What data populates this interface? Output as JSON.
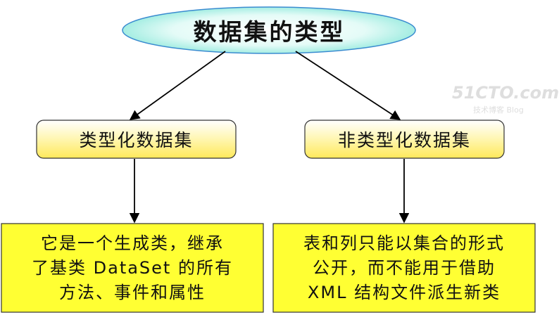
{
  "diagram": {
    "root": {
      "label": "数据集的类型"
    },
    "branches": [
      {
        "label": "类型化数据集",
        "description_lines": [
          "它是一个生成类，继承",
          "了基类 DataSet 的所有",
          "方法、事件和属性"
        ]
      },
      {
        "label": "非类型化数据集",
        "description_lines": [
          "表和列只能以集合的形式",
          "公开，而不能用于借助",
          "XML 结构文件派生新类"
        ]
      }
    ]
  },
  "watermark": {
    "main": "51CTO.com",
    "sub": "技术博客 Blog"
  },
  "colors": {
    "root_fill_center": "#ffffff",
    "root_fill_edge": "#7fe5d6",
    "root_stroke": "#3a8bd0",
    "mid_fill_top": "#ffffff",
    "mid_fill_bottom": "#ffee66",
    "leaf_fill": "#ffff33",
    "border": "#333333",
    "line": "#000000"
  }
}
